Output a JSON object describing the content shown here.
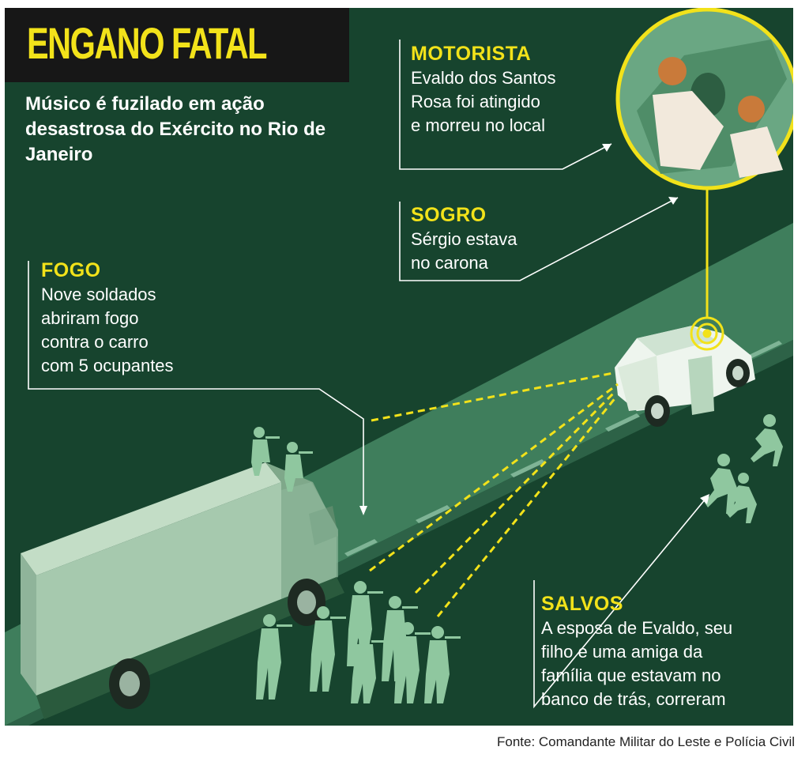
{
  "headline": "ENGANO FATAL",
  "subtitle": "Músico é fuzilado em ação desastrosa do Exército no Rio de Janeiro",
  "callouts": {
    "motorista": {
      "label": "MOTORISTA",
      "lines": [
        "Evaldo dos Santos",
        "Rosa foi atingido",
        "e morreu no local"
      ]
    },
    "sogro": {
      "label": "SOGRO",
      "lines": [
        "Sérgio estava",
        "no carona"
      ]
    },
    "fogo": {
      "label": "FOGO",
      "lines": [
        "Nove soldados",
        "abriram fogo",
        "contra o carro",
        "com 5 ocupantes"
      ]
    },
    "salvos": {
      "label": "SALVOS",
      "lines": [
        "A esposa de Evaldo, seu",
        "filho e uma amiga da",
        "família que estavam no",
        "banco de trás, correram"
      ]
    }
  },
  "source": "Fonte: Comandante Militar do Leste e Polícia Civil",
  "colors": {
    "background": "#17442e",
    "road": "#3f7e5c",
    "accent_yellow": "#f2e21a",
    "truck": "#a6c9ae",
    "soldiers": "#8fc79f",
    "text": "#ffffff"
  },
  "icons": [
    "soldier-icon",
    "running-person-icon",
    "car-icon",
    "truck-icon",
    "target-icon"
  ]
}
